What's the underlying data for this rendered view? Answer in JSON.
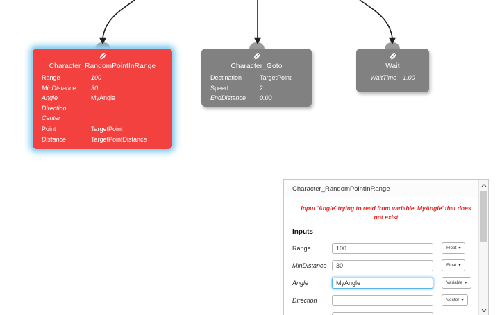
{
  "canvas": {
    "nodes": [
      {
        "title": "Character_RandomPointInRange",
        "icon": "leaf-icon",
        "selected": true,
        "rows": [
          {
            "l": "Range",
            "v": "100",
            "li": false,
            "vi": true
          },
          {
            "l": "MinDistance",
            "v": "30",
            "li": true,
            "vi": true
          },
          {
            "l": "Angle",
            "v": "MyAngle",
            "li": true,
            "vi": false
          },
          {
            "l": "Direction",
            "v": "",
            "li": true,
            "vi": false
          },
          {
            "l": "Center",
            "v": "",
            "li": true,
            "vi": false
          },
          {
            "l": "Point",
            "v": "TargetPoint",
            "li": false,
            "vi": false,
            "divider": true
          },
          {
            "l": "Distance",
            "v": "TargetPointDistance",
            "li": true,
            "vi": false
          }
        ]
      },
      {
        "title": "Character_Goto",
        "icon": "leaf-icon",
        "selected": false,
        "rows": [
          {
            "l": "Destination",
            "v": "TargetPoint",
            "li": false,
            "vi": false
          },
          {
            "l": "Speed",
            "v": "2",
            "li": false,
            "vi": false
          },
          {
            "l": "EndDistance",
            "v": "0.00",
            "li": true,
            "vi": true
          }
        ]
      },
      {
        "title": "Wait",
        "icon": "leaf-icon",
        "selected": false,
        "rows": [
          {
            "l": "WaitTime",
            "v": "1.00",
            "li": true,
            "vi": true
          }
        ]
      }
    ]
  },
  "inspector": {
    "title": "Character_RandomPointInRange",
    "error": "Input 'Angle' trying to read from variable 'MyAngle' that does not exist",
    "section_label": "Inputs",
    "rows": [
      {
        "label": "Range",
        "value": "100",
        "type": "Float",
        "italic": false,
        "focused": false
      },
      {
        "label": "MinDistance",
        "value": "30",
        "type": "Float",
        "italic": true,
        "focused": false
      },
      {
        "label": "Angle",
        "value": "MyAngle",
        "type": "Variable",
        "italic": true,
        "focused": true
      },
      {
        "label": "Direction",
        "value": "",
        "type": "Vector",
        "italic": true,
        "focused": false
      },
      {
        "label": "",
        "value": "",
        "type": "",
        "italic": false,
        "focused": false,
        "partial": true
      }
    ],
    "type_caret": "▾"
  },
  "colors": {
    "node_selected": "#f2413f",
    "node_default": "#818181",
    "selection_glow": "#8fd0f0",
    "connector": "#9a9a9a",
    "arrow": "#1e1e1e",
    "error_text": "#e82222",
    "focus_border": "#5fb2e8",
    "node_text": "#ffffff"
  }
}
